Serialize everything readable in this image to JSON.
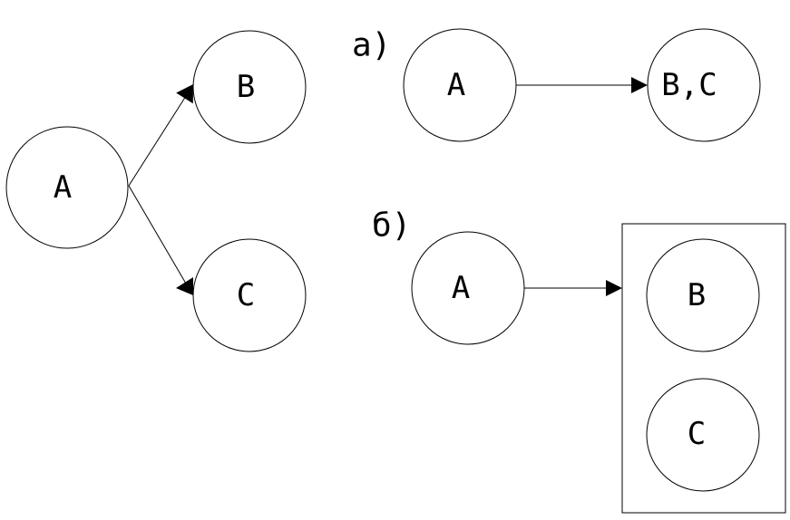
{
  "left_diagram": {
    "node_a": "A",
    "node_b": "B",
    "node_c": "C"
  },
  "variant_a": {
    "label": "а)",
    "node_a": "A",
    "node_bc": "B,C"
  },
  "variant_b": {
    "label": "б)",
    "node_a": "A",
    "node_b": "B",
    "node_c": "C"
  }
}
